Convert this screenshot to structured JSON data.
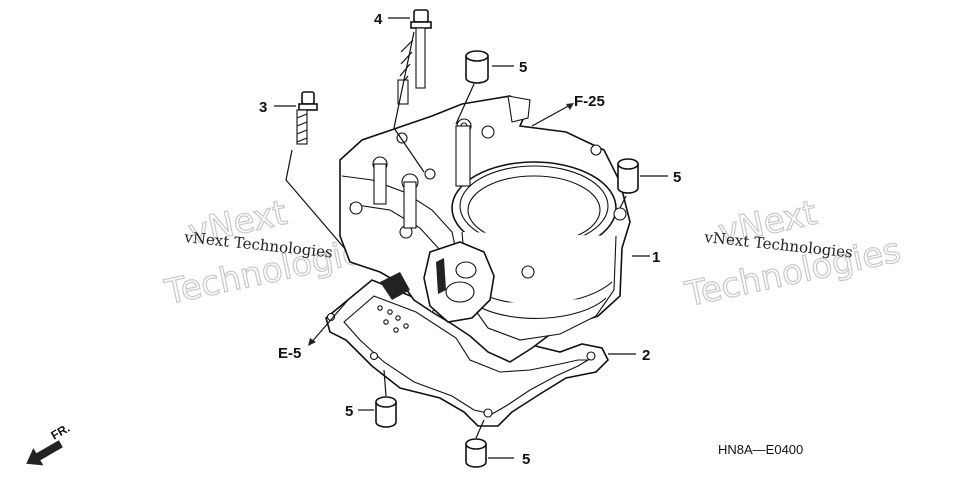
{
  "callouts": {
    "c1": "1",
    "c2": "2",
    "c3": "3",
    "c4": "4",
    "c5a": "5",
    "c5b": "5",
    "c5c": "5",
    "c5d": "5"
  },
  "references": {
    "f25": "F-25",
    "e5": "E-5"
  },
  "front_marker": "FR.",
  "diagram_code": "HN8A—E0400",
  "watermark": {
    "small": "vNext Technologies",
    "big_line1": "vNext",
    "big_line2": "Technologies"
  },
  "icons": [
    "front-arrow-icon"
  ]
}
